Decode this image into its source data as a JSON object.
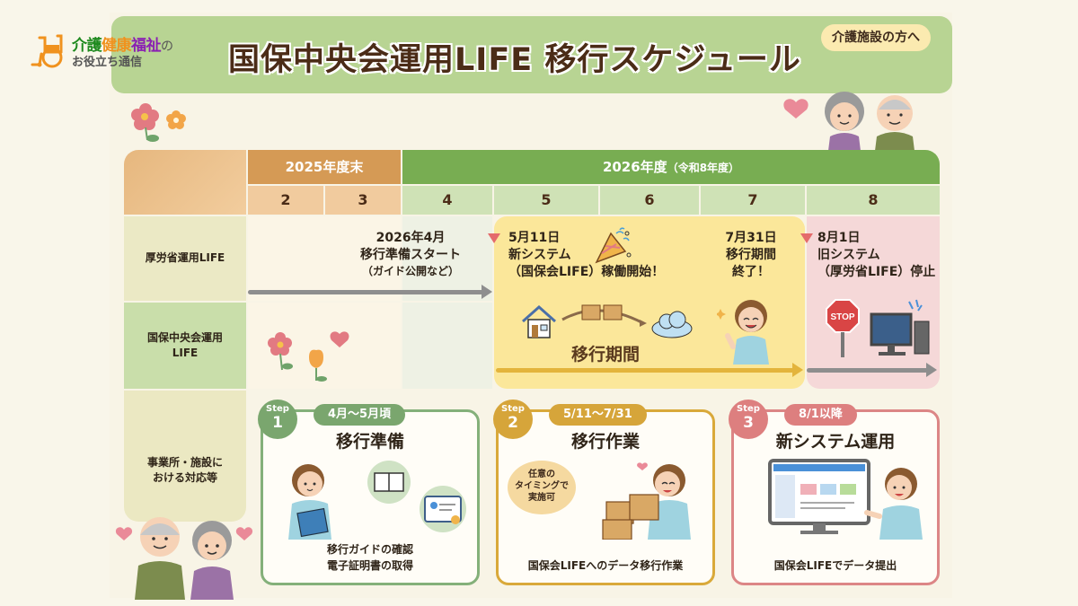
{
  "logo": {
    "line1_parts": [
      "介護",
      "健康",
      "福祉",
      "の"
    ],
    "line2": "お役立ち通信",
    "colors": {
      "kaigo": "#1f8a1f",
      "kenkou": "#f0921e",
      "fukushi": "#8a1fb3",
      "no": "#555555"
    }
  },
  "header": {
    "title": "国保中央会運用LIFE 移行スケジュール",
    "audience_tag": "介護施設の方へ"
  },
  "timeline": {
    "fiscal_years": [
      {
        "label": "2025年度末",
        "note": ""
      },
      {
        "label": "2026年度",
        "note": "（令和8年度）"
      }
    ],
    "months": [
      "2",
      "3",
      "4",
      "5",
      "6",
      "7",
      "8"
    ],
    "rows": [
      {
        "label_line1": "厚労省運用LIFE",
        "label_line2": ""
      },
      {
        "label_line1": "国保中央会運用",
        "label_line2": "LIFE"
      },
      {
        "label_line1": "事業所・施設に",
        "label_line2": "おける対応等"
      }
    ],
    "events": {
      "prep_start": {
        "date": "2026年4月",
        "text": "移行準備スタート",
        "sub": "（ガイド公開など）"
      },
      "launch": {
        "date": "5月11日",
        "line1": "新システム",
        "line2": "（国保会LIFE）稼働開始！"
      },
      "period_end": {
        "date": "7月31日",
        "line1": "移行期間",
        "line2": "終了！"
      },
      "old_stop": {
        "date": "8月1日",
        "line1": "旧システム",
        "line2": "（厚労省LIFE）停止"
      }
    },
    "transition_label": "移行期間",
    "stop_sign_text": "STOP"
  },
  "steps": [
    {
      "step_word": "Step",
      "number": "1",
      "period": "4月～5月頃",
      "title": "移行準備",
      "desc_line1": "移行ガイドの確認",
      "desc_line2": "電子証明書の取得",
      "color": "#7aa66e"
    },
    {
      "step_word": "Step",
      "number": "2",
      "period": "5/11～7/31",
      "title": "移行作業",
      "note_lines": [
        "任意の",
        "タイミングで",
        "実施可"
      ],
      "desc_line1": "国保会LIFEへのデータ移行作業",
      "desc_line2": "",
      "color": "#d6a53a"
    },
    {
      "step_word": "Step",
      "number": "3",
      "period": "8/1以降",
      "title": "新システム運用",
      "desc_line1": "国保会LIFEでデータ提出",
      "desc_line2": "",
      "color": "#dd7f7f"
    }
  ],
  "colors": {
    "background": "#f9f6ea",
    "banner": "#b8d493",
    "fy2025": "#d59a55",
    "fy2026": "#78ad52",
    "transition_zone": "#fbe79a",
    "stop_zone": "#f5d8d8",
    "marker": "#e46b6b"
  }
}
